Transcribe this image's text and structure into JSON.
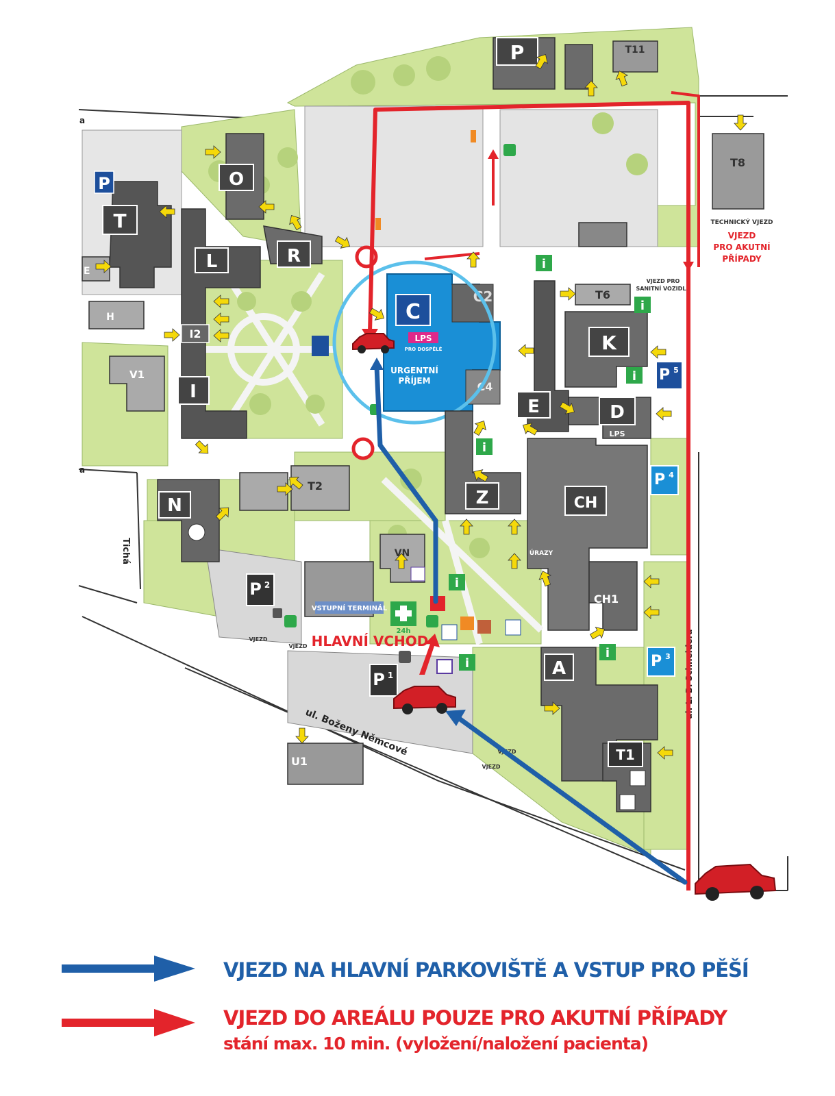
{
  "colors": {
    "grass": "#cfe49a",
    "path": "#f2f2f2",
    "road": "#ffffff",
    "building": "#6b6b6b",
    "building_dark": "#444444",
    "building_light": "#a9a9a9",
    "emergency_blue": "#1a8fd6",
    "highlight_ring": "#5bc0eb",
    "route_blue": "#1f5fa8",
    "route_red": "#e3242b",
    "legend_blue": "#1f5fa8",
    "legend_red": "#e3242b",
    "info_green": "#2ea84a",
    "parking_blue": "#1d4f9c",
    "lps_pink": "#e0288a",
    "car_red": "#d21f26",
    "arrow_yellow": "#f5d90a"
  },
  "buildings": {
    "A": "A",
    "C": "C",
    "C2": "C2",
    "C4": "C4",
    "CH": "CH",
    "CH1": "CH1",
    "D": "D",
    "E": "E",
    "H": "H",
    "I": "I",
    "I2": "I2",
    "K": "K",
    "L": "L",
    "N": "N",
    "O": "O",
    "P": "P",
    "R": "R",
    "T": "T",
    "T1": "T1",
    "T2": "T2",
    "T6": "T6",
    "T8": "T8",
    "T11": "T11",
    "U1": "U1",
    "V1": "V1",
    "VN": "VN",
    "Z": "Z",
    "E_left": "E"
  },
  "labels": {
    "lps_c": "LPS",
    "pro_dospele": "PRO DOSPĚLÉ",
    "urgentni": "URGENTNÍ",
    "prijem": "PŘÍJEM",
    "lps_d": "LPS",
    "urazy": "ÚRAZY",
    "vstupni_terminal": "VSTUPNÍ TERMINÁL",
    "hlavni_vchod": "HLAVNÍ VCHOD",
    "technicky_vjezd": "TECHNICKÝ VJEZD",
    "vjezd_akutni_1": "VJEZD",
    "vjezd_akutni_2": "PRO AKUTNÍ",
    "vjezd_akutni_3": "PŘÍPADY",
    "vjezd_sanitni_1": "VJEZD PRO",
    "vjezd_sanitni_2": "SANITNÍ VOZIDLA",
    "vjezd_1": "VJEZD",
    "vjezd_2": "VJEZD",
    "vjezd_3": "VJEZD",
    "vjezd_4": "VJEZD",
    "street_nemcove": "ul. Boženy Němcové",
    "street_ticha": "Tichá",
    "street_schneidera": "ul. L. B. Schneidera",
    "h24": "24h",
    "p1": "P",
    "p1_sub": "1",
    "p2": "P",
    "p2_sub": "2",
    "p3": "P",
    "p3_sub": "3",
    "p4": "P",
    "p4_sub": "4",
    "p5": "P",
    "p5_sub": "5",
    "info": "i",
    "edge_a1": "a",
    "edge_a2": "a",
    "edge_e": "E"
  },
  "legend": {
    "blue": "VJEZD NA HLAVNÍ PARKOVIŠTĚ A VSTUP PRO PĚŠÍ",
    "red_line1": "VJEZD DO AREÁLU POUZE PRO AKUTNÍ PŘÍPADY",
    "red_line2": "stání max. 10 min. (vyložení/naložení pacienta)"
  }
}
